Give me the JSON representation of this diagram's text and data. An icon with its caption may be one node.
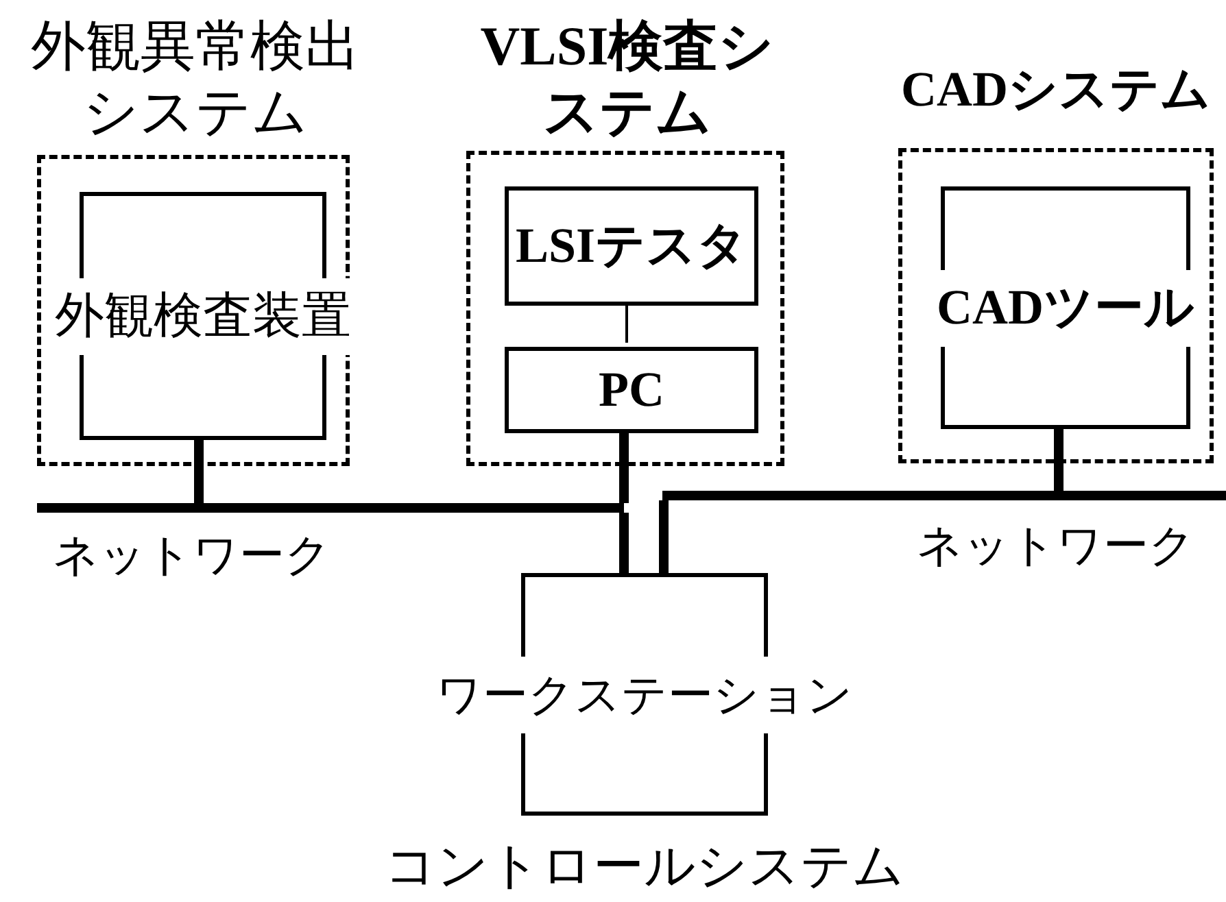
{
  "diagram": {
    "nodes": [
      {
        "text": [
          "外観異常検出システム"
        ]
      },
      {
        "text": [
          "外観検査装置"
        ],
        "in": 0
      },
      {
        "text": [
          "VLSI検査システム"
        ]
      },
      {
        "text": [
          "LSIテスタ"
        ],
        "in": 2
      },
      {
        "text": [
          "PC"
        ],
        "in": 2
      },
      {
        "text": [
          "CADシステム"
        ]
      },
      {
        "text": [
          "CADツール"
        ],
        "in": 5
      },
      {
        "text": [],
        "shape": "bar",
        "beside": [
          "ネットワーク"
        ]
      },
      {
        "text": [],
        "shape": "bar",
        "beside": [
          "ネットワーク"
        ]
      },
      {
        "text": [
          "ワークステーション"
        ],
        "beside": [
          "コントロールシステム"
        ]
      }
    ],
    "edges": [
      {
        "from": 3,
        "to": 4,
        "arrow": "none"
      },
      {
        "from": 1,
        "to": 7,
        "arrow": "none"
      },
      {
        "from": 4,
        "to": 7,
        "arrow": "none"
      },
      {
        "from": 7,
        "to": 9,
        "arrow": "none"
      },
      {
        "from": 6,
        "to": 8,
        "arrow": "none"
      },
      {
        "from": 8,
        "to": 9,
        "arrow": "none"
      }
    ]
  }
}
